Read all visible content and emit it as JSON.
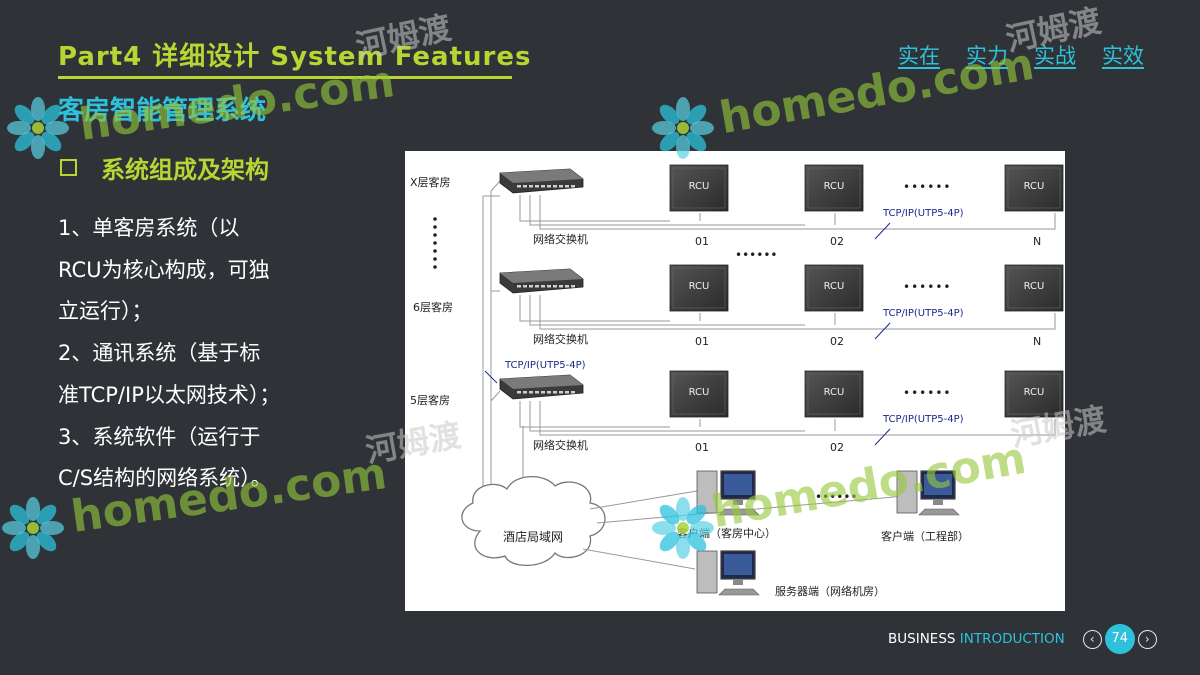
{
  "header": {
    "part_title": "Part4 详细设计 System Features",
    "sub_title": "客房智能管理系统"
  },
  "top_nav": [
    "实在",
    "实力",
    "实战",
    "实效"
  ],
  "section": {
    "heading": "系统组成及架构",
    "paragraph_lines": [
      "1、单客房系统（以",
      "RCU为核心构成，可独",
      "立运行）；",
      "2、通讯系统（基于标",
      "准TCP/IP以太网技术）；",
      "3、系统软件（运行于",
      "C/S结构的网络系统）。"
    ]
  },
  "diagram": {
    "floors": [
      {
        "label": "X层客房",
        "switch_label": "网络交换机",
        "unit_labels": [
          "01",
          "02",
          "N"
        ],
        "link_label": "TCP/IP(UTP5-4P)"
      },
      {
        "label": "6层客房",
        "switch_label": "网络交换机",
        "unit_labels": [
          "01",
          "02",
          "N"
        ],
        "link_label": "TCP/IP(UTP5-4P)"
      },
      {
        "label": "5层客房",
        "switch_label": "网络交换机",
        "unit_labels": [
          "01",
          "02"
        ],
        "link_label": "TCP/IP(UTP5-4P)"
      }
    ],
    "rcu_label": "RCU",
    "uplink_label": "TCP/IP(UTP5-4P)",
    "lan_label": "酒店局域网",
    "client_guest": "客户端（客房中心）",
    "client_engineering": "客户端（工程部）",
    "server": "服务器端（网络机房）",
    "ellipsis": "••••••"
  },
  "footer": {
    "business": "BUSINESS",
    "introduction": "INTRODUCTION",
    "page_number": "74",
    "prev_icon": "chevron-left-icon",
    "next_icon": "chevron-right-icon"
  },
  "watermark": {
    "brand": "homedo.com",
    "cn": "河姆渡"
  },
  "colors": {
    "background": "#2f3236",
    "green": "#b9d533",
    "cyan": "#2ec1dc",
    "white": "#ffffff"
  }
}
